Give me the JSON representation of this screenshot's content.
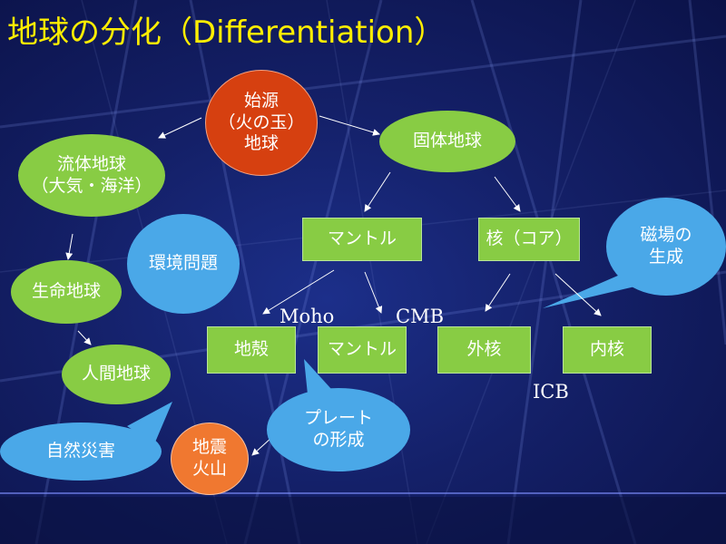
{
  "title": "地球の分化（Differentiation）",
  "nodes": {
    "origin": "始源\n（火の玉）\n地球",
    "fluid": "流体地球\n（大気・海洋）",
    "solid": "固体地球",
    "env": "環境問題",
    "mantle_top": "マントル",
    "core": "核（コア）",
    "magnetic": "磁場の\n生成",
    "life": "生命地球",
    "crust": "地殻",
    "mantle_bottom": "マントル",
    "outer_core": "外核",
    "inner_core": "内核",
    "human": "人間地球",
    "plate": "プレート\nの形成",
    "disaster": "自然災害",
    "quake": "地震\n火山"
  },
  "boundary_labels": {
    "moho": "Moho",
    "cmb": "CMB",
    "icb": "ICB"
  },
  "colors": {
    "background": "#142068",
    "title": "#ffee00",
    "green": "#88cc44",
    "blue": "#4aa8e8",
    "red": "#d64010",
    "orange": "#f07830"
  }
}
